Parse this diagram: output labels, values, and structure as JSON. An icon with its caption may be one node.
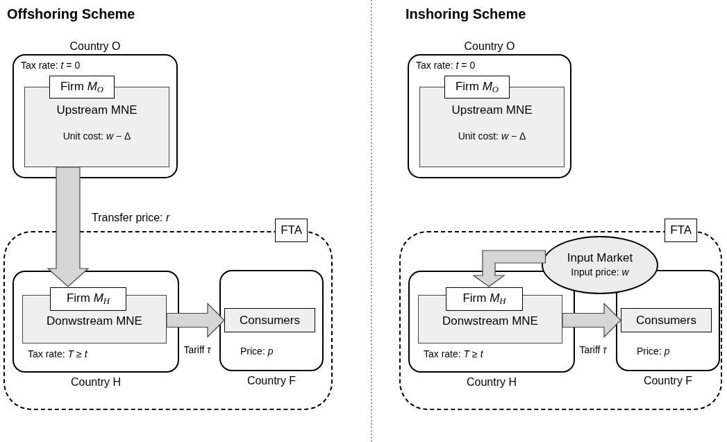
{
  "diagram": {
    "nodes": [
      {
        "text": [
          "Country O",
          "Tax rate: *t* = 0"
        ]
      },
      {
        "text": [
          "Firm *M*$_{O}$",
          "Upstream MNE",
          "Unit cost: *w* − Δ"
        ],
        "in": 0
      },
      {
        "text": [
          "FTA"
        ]
      },
      {
        "text": [
          "Tax rate: *T* ≥ *t*",
          "Country H"
        ],
        "in": 2
      },
      {
        "text": [
          "Firm *M*$_{H}$",
          "Donwstream MNE"
        ],
        "in": 3
      },
      {
        "text": [
          "Price: *p*",
          "Country F"
        ],
        "in": 2
      },
      {
        "text": [
          "Consumers"
        ],
        "in": 5
      },
      {
        "text": [
          "Country O",
          "Tax rate: *t* = 0"
        ]
      },
      {
        "text": [
          "Firm *M*$_{O}$",
          "Upstream MNE",
          "Unit cost: *w* − Δ"
        ],
        "in": 7
      },
      {
        "text": [
          "FTA"
        ]
      },
      {
        "text": [
          "Tax rate: *T* ≥ *t*",
          "Country H"
        ],
        "in": 9
      },
      {
        "text": [
          "Firm *M*$_{H}$",
          "Donwstream MNE"
        ],
        "in": 10
      },
      {
        "text": [
          "Price: *p*",
          "Country F"
        ],
        "in": 9
      },
      {
        "text": [
          "Consumers"
        ],
        "in": 12
      },
      {
        "text": [
          "Input Market",
          "Input price: *w*"
        ],
        "in": 9
      }
    ],
    "edges": [
      {
        "from": 1,
        "to": 4,
        "arrow": "to",
        "label": "Transfer price: *r*"
      },
      {
        "from": 4,
        "to": 6,
        "arrow": "to",
        "label": "Tariff *τ*"
      },
      {
        "from": 14,
        "to": 11,
        "arrow": "to"
      },
      {
        "from": 11,
        "to": 13,
        "arrow": "to",
        "label": "Tariff *τ*"
      }
    ],
    "labels": [
      "Offshoring Scheme",
      "Inshoring Scheme"
    ]
  }
}
